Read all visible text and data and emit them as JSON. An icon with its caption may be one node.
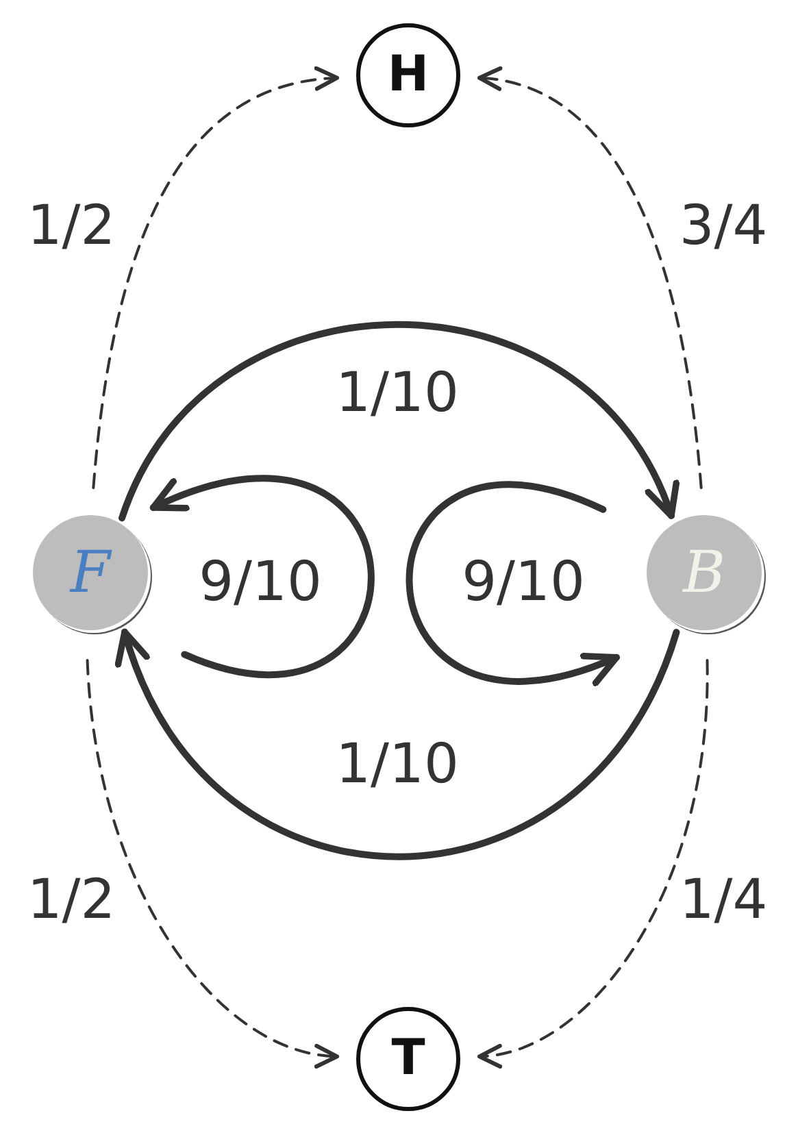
{
  "diagram": {
    "nodes": [
      {
        "text": [
          "H"
        ]
      },
      {
        "text": [
          "F"
        ]
      },
      {
        "text": [
          "B"
        ]
      },
      {
        "text": [
          "T"
        ]
      }
    ],
    "edges": [
      {
        "from": 1,
        "to": 0,
        "arrow": "to",
        "label": "1/2",
        "style": "dashed"
      },
      {
        "from": 2,
        "to": 0,
        "arrow": "to",
        "label": "3/4",
        "style": "dashed"
      },
      {
        "from": 1,
        "to": 2,
        "arrow": "to",
        "label": "1/10",
        "style": "thick"
      },
      {
        "from": 1,
        "to": 1,
        "arrow": "to",
        "label": "9/10",
        "style": "thick"
      },
      {
        "from": 2,
        "to": 2,
        "arrow": "to",
        "label": "9/10",
        "style": "thick"
      },
      {
        "from": 2,
        "to": 1,
        "arrow": "to",
        "label": "1/10",
        "style": "thick"
      },
      {
        "from": 1,
        "to": 3,
        "arrow": "to",
        "label": "1/2",
        "style": "dashed"
      },
      {
        "from": 2,
        "to": 3,
        "arrow": "to",
        "label": "1/4",
        "style": "dashed"
      }
    ]
  }
}
